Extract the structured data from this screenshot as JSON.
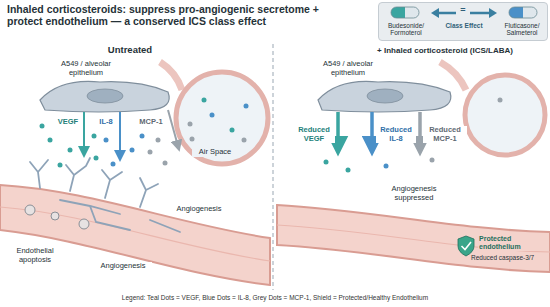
{
  "diagram": {
    "title": "Inhaled corticosteroids: suppress pro-angiogenic secretome + protect endothelium — a conserved ICS class effect",
    "nodes": [
      {
        "text": [
          "Budesonide/ Formoterol",
          "Class Effect",
          "Fluticasone/ Salmeterol"
        ]
      }
    ],
    "labels": [
      "=",
      "Untreated",
      "A549 / alveolar epithelium",
      "VEGF",
      "IL-8",
      "MCP-1",
      "Air Space",
      "Angiogenesis",
      "Endothelial apoptosis",
      "Angiogenesis",
      "+ Inhaled corticosteroid (ICS/LABA)",
      "A549 / alveolar epithelium",
      "Reduced VEGF",
      "Reduced IL-8",
      "Reduced MCP-1",
      "Angiogenesis suppressed",
      "Protected endothelium",
      "Reduced caspase-3/7",
      "Legend: Teal Dots = VEGF, Blue Dots = IL-8, Grey Dots = MCP-1, Shield = Protected/Healthy Endothelium"
    ]
  }
}
